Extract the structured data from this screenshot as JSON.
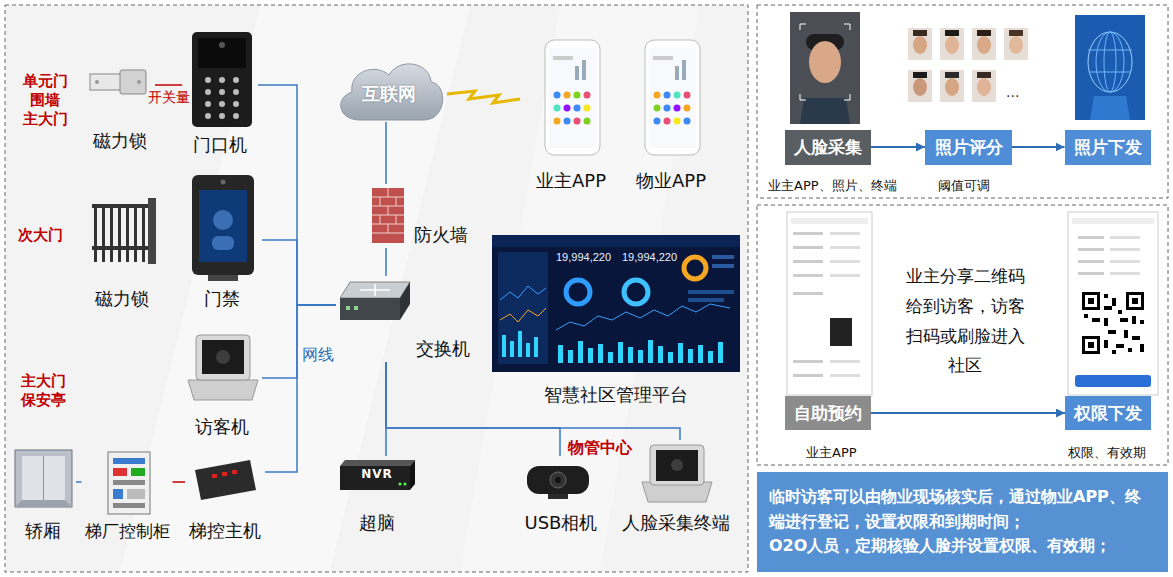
{
  "diagram": {
    "nodes": [
      {
        "text": [
          "磁力锁"
        ]
      },
      {
        "text": [
          "门口机"
        ]
      },
      {
        "text": [
          "互联网"
        ]
      },
      {
        "text": [
          "业主APP"
        ]
      },
      {
        "text": [
          "物业APP"
        ]
      },
      {
        "text": [
          "磁力锁"
        ]
      },
      {
        "text": [
          "门禁"
        ]
      },
      {
        "text": [
          "防火墙"
        ]
      },
      {
        "text": [
          "交换机"
        ]
      },
      {
        "text": [
          "智慧社区管理平台"
        ]
      },
      {
        "text": [
          "访客机"
        ]
      },
      {
        "text": [
          "轿厢"
        ]
      },
      {
        "text": [
          "梯厂控制柜"
        ]
      },
      {
        "text": [
          "梯控主机"
        ]
      },
      {
        "text": [
          "NVR",
          "超脑"
        ]
      },
      {
        "text": [
          "USB相机"
        ]
      },
      {
        "text": [
          "人脸采集终端"
        ]
      },
      {
        "text": [
          "人脸采集"
        ]
      },
      {
        "text": [
          "照片评分"
        ]
      },
      {
        "text": [
          "照片下发"
        ]
      },
      {
        "text": [
          "自助预约"
        ]
      },
      {
        "text": [
          "权限下发"
        ]
      },
      {
        "text": [
          "临时访客可以由物业现场核实后，通过物业APP、终端进行登记，设置权限和到期时间；",
          "O2O人员，定期核验人脸并设置权限、有效期；"
        ]
      }
    ],
    "edges": [
      {
        "from": 0,
        "to": 1,
        "label": "开关量",
        "arrow": "none"
      },
      {
        "from": 1,
        "to": 8,
        "arrow": "none"
      },
      {
        "from": 6,
        "to": 8,
        "arrow": "none"
      },
      {
        "from": 10,
        "to": 8,
        "arrow": "none"
      },
      {
        "from": 13,
        "to": 8,
        "arrow": "none"
      },
      {
        "from": 11,
        "to": 12,
        "arrow": "none"
      },
      {
        "from": 12,
        "to": 13,
        "arrow": "none"
      },
      {
        "from": 8,
        "to": 7,
        "arrow": "none"
      },
      {
        "from": 7,
        "to": 2,
        "arrow": "none"
      },
      {
        "from": 8,
        "to": 14,
        "arrow": "none"
      },
      {
        "from": 8,
        "to": 15,
        "arrow": "none"
      },
      {
        "from": 8,
        "to": 16,
        "arrow": "none"
      },
      {
        "from": 17,
        "to": 18,
        "arrow": "to"
      },
      {
        "from": 18,
        "to": 19,
        "arrow": "to"
      },
      {
        "from": 20,
        "to": 21,
        "arrow": "to"
      }
    ],
    "labels": [
      "单元门 围墙 主大门",
      "次大门",
      "主大门 保安亭",
      "网线",
      "物管中心",
      "19,994,220",
      "19,994,220",
      "...",
      "业主APP、照片、终端",
      "阈值可调",
      "业主分享二维码给到访客，访客扫码或刷脸进入社区",
      "业主APP",
      "权限、有效期"
    ]
  }
}
